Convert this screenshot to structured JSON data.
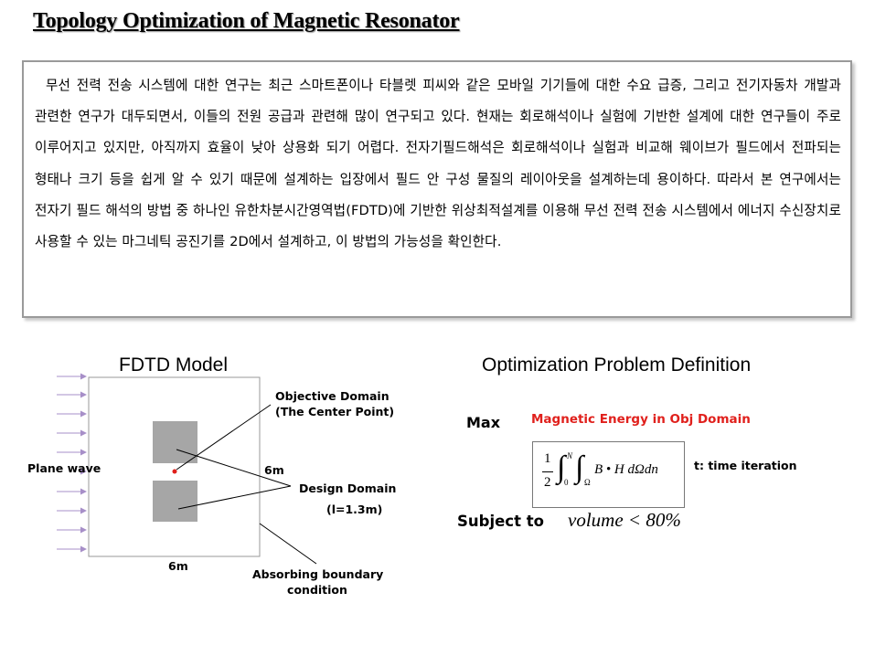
{
  "title": "Topology Optimization of Magnetic Resonator",
  "abstract": "무선 전력 전송 시스템에 대한 연구는 최근 스마트폰이나 타블렛 피씨와 같은 모바일 기기들에 대한 수요 급증, 그리고 전기자동차 개발과 관련한 연구가 대두되면서, 이들의 전원 공급과 관련해 많이 연구되고 있다. 현재는 회로해석이나 실험에 기반한 설계에 대한 연구들이 주로 이루어지고 있지만, 아직까지 효율이 낮아 상용화 되기 어렵다. 전자기필드해석은 회로해석이나 실험과 비교해 웨이브가 필드에서 전파되는 형태나 크기 등을 쉽게 알 수 있기 때문에 설계하는 입장에서 필드 안 구성 물질의 레이아웃을 설계하는데 용이하다. 따라서 본 연구에서는 전자기 필드 해석의 방법 중 하나인 유한차분시간영역법(FDTD)에 기반한 위상최적설계를 이용해 무선 전력 전송 시스템에서 에너지 수신장치로 사용할 수 있는 마그네틱 공진기를 2D에서 설계하고, 이 방법의 가능성을 확인한다.",
  "fdtd": {
    "heading": "FDTD Model",
    "plane_wave": "Plane wave",
    "objective_domain_line1": "Objective Domain",
    "objective_domain_line2": "(The Center Point)",
    "size_right": "6m",
    "size_bottom": "6m",
    "design_domain": "Design Domain",
    "design_domain_size": "(l=1.3m)",
    "absorbing_line1": "Absorbing boundary",
    "absorbing_line2": "condition",
    "colors": {
      "wave_arrow": "#a78fc8",
      "domain_fill": "#a6a6a6",
      "center_point": "#e0201c",
      "outline": "#999999"
    }
  },
  "opt": {
    "heading": "Optimization Problem Definition",
    "max_label": "Max",
    "objective": "Magnetic Energy in Obj Domain",
    "formula": {
      "frac_num": "1",
      "frac_den": "2",
      "upper_limit": "N",
      "lower_limit": "0",
      "domain": "Ω",
      "integrand": "B • H dΩdn"
    },
    "time_note": "t: time iteration",
    "subject_to": "Subject to",
    "constraint": "volume < 80%",
    "accent_color": "#e0201c"
  }
}
